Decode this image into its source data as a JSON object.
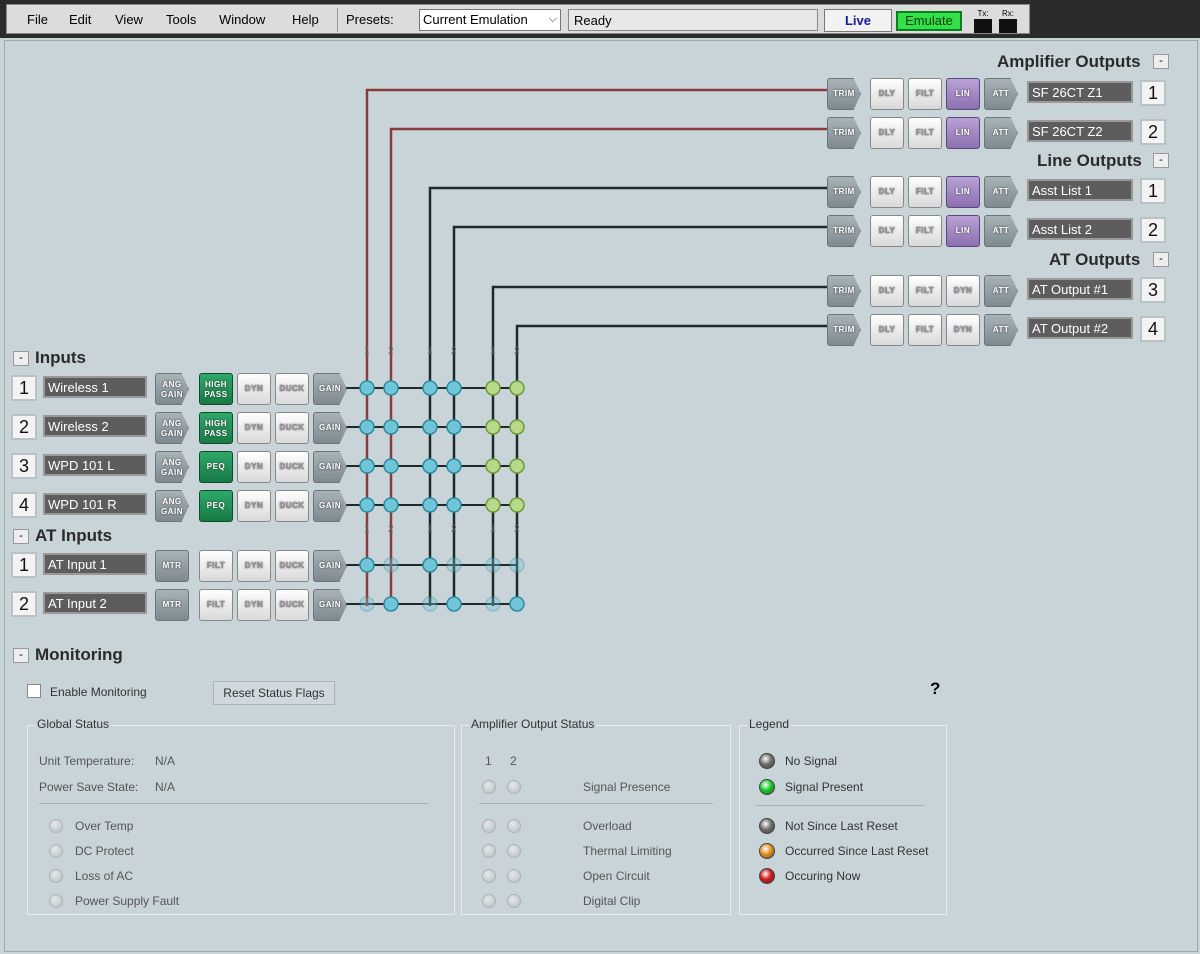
{
  "menu": {
    "items": [
      "File",
      "Edit",
      "View",
      "Tools",
      "Window",
      "Help"
    ],
    "presets_label": "Presets:",
    "preset_value": "Current Emulation",
    "status": "Ready",
    "live_label": "Live",
    "emulate_label": "Emulate",
    "tx_label": "Tx:",
    "rx_label": "Rx:"
  },
  "sections": {
    "amplifier_outputs": "Amplifier Outputs",
    "line_outputs": "Line Outputs",
    "at_outputs": "AT Outputs",
    "inputs": "Inputs",
    "at_inputs": "AT Inputs",
    "monitoring": "Monitoring",
    "collapse_symbol": "-"
  },
  "outputs": [
    {
      "name": "SF 26CT Z1",
      "num": "1",
      "group": "amplifier",
      "proc": [
        "TRIM",
        "DLY",
        "FILT",
        "LIN",
        "ATT"
      ]
    },
    {
      "name": "SF 26CT Z2",
      "num": "2",
      "group": "amplifier",
      "proc": [
        "TRIM",
        "DLY",
        "FILT",
        "LIN",
        "ATT"
      ]
    },
    {
      "name": "Asst List 1",
      "num": "1",
      "group": "line",
      "proc": [
        "TRIM",
        "DLY",
        "FILT",
        "LIN",
        "ATT"
      ]
    },
    {
      "name": "Asst List 2",
      "num": "2",
      "group": "line",
      "proc": [
        "TRIM",
        "DLY",
        "FILT",
        "LIN",
        "ATT"
      ]
    },
    {
      "name": "AT Output #1",
      "num": "3",
      "group": "at",
      "proc": [
        "TRIM",
        "DLY",
        "FILT",
        "DYN",
        "ATT"
      ]
    },
    {
      "name": "AT Output #2",
      "num": "4",
      "group": "at",
      "proc": [
        "TRIM",
        "DLY",
        "FILT",
        "DYN",
        "ATT"
      ]
    }
  ],
  "inputs": [
    {
      "name": "Wireless 1",
      "num": "1",
      "proc": [
        "ANG GAIN",
        "HIGH PASS",
        "DYN",
        "DUCK",
        "GAIN"
      ]
    },
    {
      "name": "Wireless 2",
      "num": "2",
      "proc": [
        "ANG GAIN",
        "HIGH PASS",
        "DYN",
        "DUCK",
        "GAIN"
      ]
    },
    {
      "name": "WPD 101 L",
      "num": "3",
      "proc": [
        "ANG GAIN",
        "PEQ",
        "DYN",
        "DUCK",
        "GAIN"
      ]
    },
    {
      "name": "WPD 101 R",
      "num": "4",
      "proc": [
        "ANG GAIN",
        "PEQ",
        "DYN",
        "DUCK",
        "GAIN"
      ]
    }
  ],
  "at_inputs": [
    {
      "name": "AT Input 1",
      "num": "1",
      "proc": [
        "MTR",
        "FILT",
        "DYN",
        "DUCK",
        "GAIN"
      ]
    },
    {
      "name": "AT Input 2",
      "num": "2",
      "proc": [
        "MTR",
        "FILT",
        "DYN",
        "DUCK",
        "GAIN"
      ]
    }
  ],
  "matrix_col_labels": [
    "1",
    "2",
    "1",
    "2",
    "1",
    "2"
  ],
  "monitoring": {
    "enable_label": "Enable Monitoring",
    "reset_label": "Reset Status Flags",
    "help": "?",
    "global_title": "Global Status",
    "unit_temp_label": "Unit Temperature:",
    "unit_temp_value": "N/A",
    "power_save_label": "Power Save State:",
    "power_save_value": "N/A",
    "global_flags": [
      "Over Temp",
      "DC Protect",
      "Loss of AC",
      "Power Supply Fault"
    ],
    "amp_title": "Amplifier Output Status",
    "amp_cols": [
      "1",
      "2"
    ],
    "amp_rows": [
      "Signal Presence",
      "Overload",
      "Thermal Limiting",
      "Open Circuit",
      "Digital Clip"
    ],
    "legend_title": "Legend",
    "legend": [
      {
        "label": "No Signal",
        "color": "#6f6f6f"
      },
      {
        "label": "Signal Present",
        "color": "#18c82a"
      },
      {
        "label": "Not Since Last Reset",
        "color": "#6f6f6f"
      },
      {
        "label": "Occurred Since Last Reset",
        "color": "#e0901e"
      },
      {
        "label": "Occuring Now",
        "color": "#d01818"
      }
    ]
  }
}
